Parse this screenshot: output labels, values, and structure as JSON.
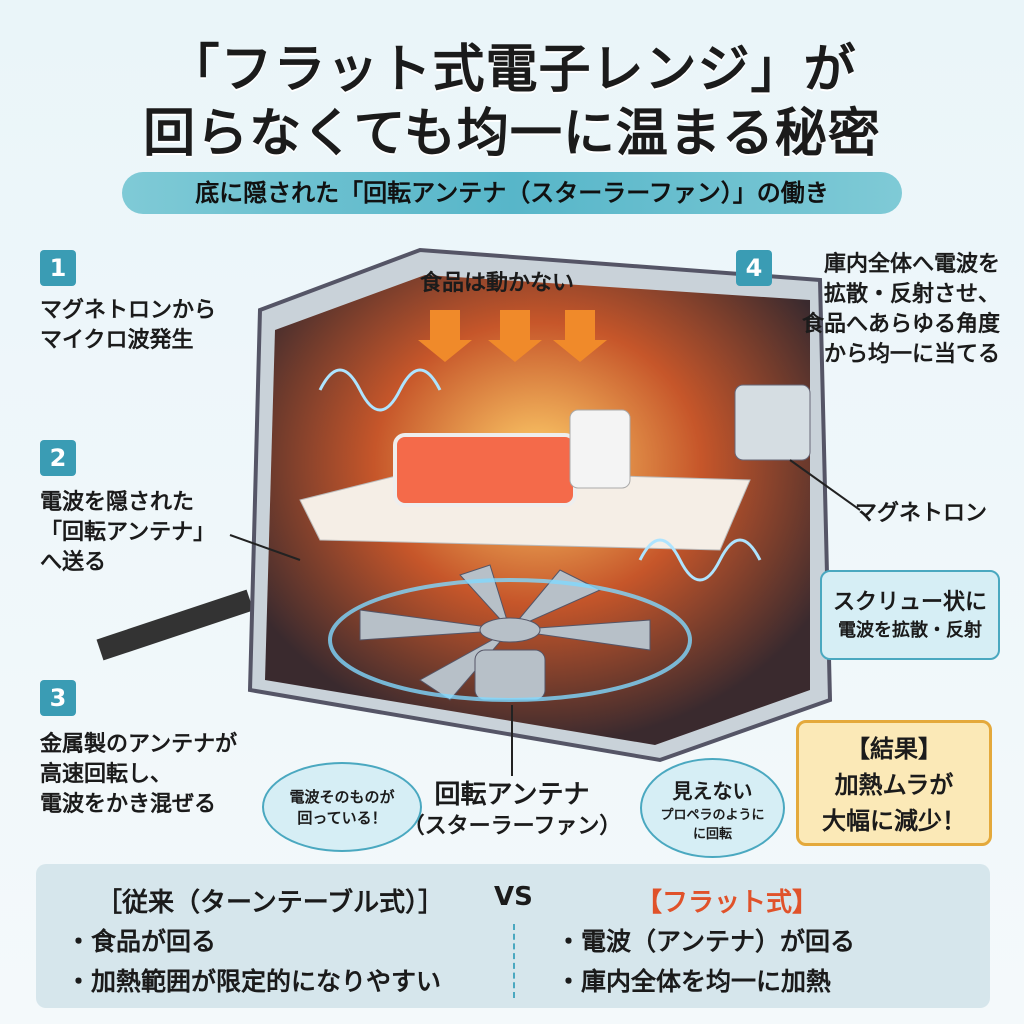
{
  "title": {
    "line1": "「フラット式電子レンジ」が",
    "line2": "回らなくても均一に温まる秘密"
  },
  "subtitle": "底に隠された「回転アンテナ（スターラーファン）」の働き",
  "steps": [
    {
      "num": "1",
      "text": "マグネトロンから\nマイクロ波発生"
    },
    {
      "num": "2",
      "text": "電波を隠された\n「回転アンテナ」\nへ送る"
    },
    {
      "num": "3",
      "text": "金属製のアンテナが\n高速回転し、\n電波をかき混ぜる"
    },
    {
      "num": "4",
      "text": "庫内全体へ電波を\n拡散・反射させ、\n食品へあらゆる角度\nから均一に当てる"
    }
  ],
  "labels": {
    "food_static": "食品は動かない",
    "magnetron": "マグネトロン",
    "antenna": "回転アンテナ",
    "antenna_sub": "（スターラーファン）"
  },
  "callouts": {
    "screw": [
      "スクリュー状に",
      "電波を拡散・反射"
    ],
    "wave_itself": [
      "電波そのものが",
      "回っている！"
    ],
    "invisible": [
      "見えない",
      "プロペラのように",
      "に回転"
    ]
  },
  "result": [
    "【結果】",
    "加熱ムラが",
    "大幅に減少！"
  ],
  "compare": {
    "left_head": "［従来（ターンテーブル式）］",
    "vs": "VS",
    "right_head": "【フラット式】",
    "left_items": [
      "・食品が回る",
      "・加熱範囲が限定的になりやすい"
    ],
    "right_items": [
      "・電波（アンテナ）が回る",
      "・庫内全体を均一に加熱"
    ]
  },
  "colors": {
    "accent": "#3a9cb4",
    "highlight": "#e0522a"
  }
}
